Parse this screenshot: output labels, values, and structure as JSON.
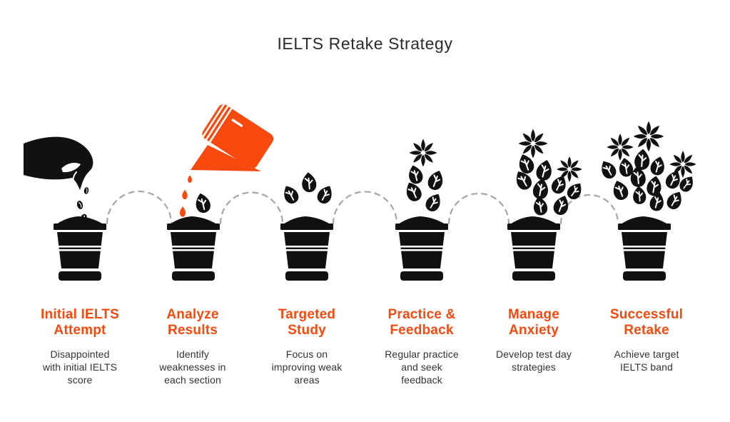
{
  "title": "IELTS Retake Strategy",
  "colors": {
    "accent_orange": "#F8490F",
    "graphic_black": "#111111",
    "title_ink": "#2B2B2B",
    "body_text": "#333333",
    "arc_gray": "#A9A9A9"
  },
  "stages": [
    {
      "icon": "hand-planting-seeds-icon",
      "heading_lines": [
        "Initial IELTS",
        "Attempt"
      ],
      "description": "Disappointed with initial IELTS score",
      "description_lines": [
        "Disappointed",
        "with initial IELTS",
        "score"
      ],
      "plant": {
        "flowers": 0,
        "leaves": 0,
        "seeds": 3
      }
    },
    {
      "icon": "watering-can-icon",
      "heading_lines": [
        "Analyze",
        "Results"
      ],
      "description": "Identify weaknesses in each section",
      "description_lines": [
        "Identify",
        "weaknesses in",
        "each section"
      ],
      "plant": {
        "flowers": 0,
        "leaves": 1,
        "drops": 3
      }
    },
    {
      "icon": "sprouting-leaves-icon",
      "heading_lines": [
        "Targeted",
        "Study"
      ],
      "description": "Focus on improving weak areas",
      "description_lines": [
        "Focus on",
        "improving weak",
        "areas"
      ],
      "plant": {
        "flowers": 0,
        "leaves": 3
      }
    },
    {
      "icon": "growing-plant-icon",
      "heading_lines": [
        "Practice &",
        "Feedback"
      ],
      "description": "Regular practice and seek feedback",
      "description_lines": [
        "Regular practice",
        "and seek",
        "feedback"
      ],
      "plant": {
        "flowers": 1,
        "leaves": 4
      }
    },
    {
      "icon": "blooming-plant-icon",
      "heading_lines": [
        "Manage",
        "Anxiety"
      ],
      "description": "Develop test day strategies",
      "description_lines": [
        "Develop test day",
        "strategies"
      ],
      "plant": {
        "flowers": 2,
        "leaves": 8
      }
    },
    {
      "icon": "full-bloom-plant-icon",
      "heading_lines": [
        "Successful",
        "Retake"
      ],
      "description": "Achieve target IELTS band",
      "description_lines": [
        "Achieve target",
        "IELTS band"
      ],
      "plant": {
        "flowers": 3,
        "leaves": 12
      }
    }
  ]
}
